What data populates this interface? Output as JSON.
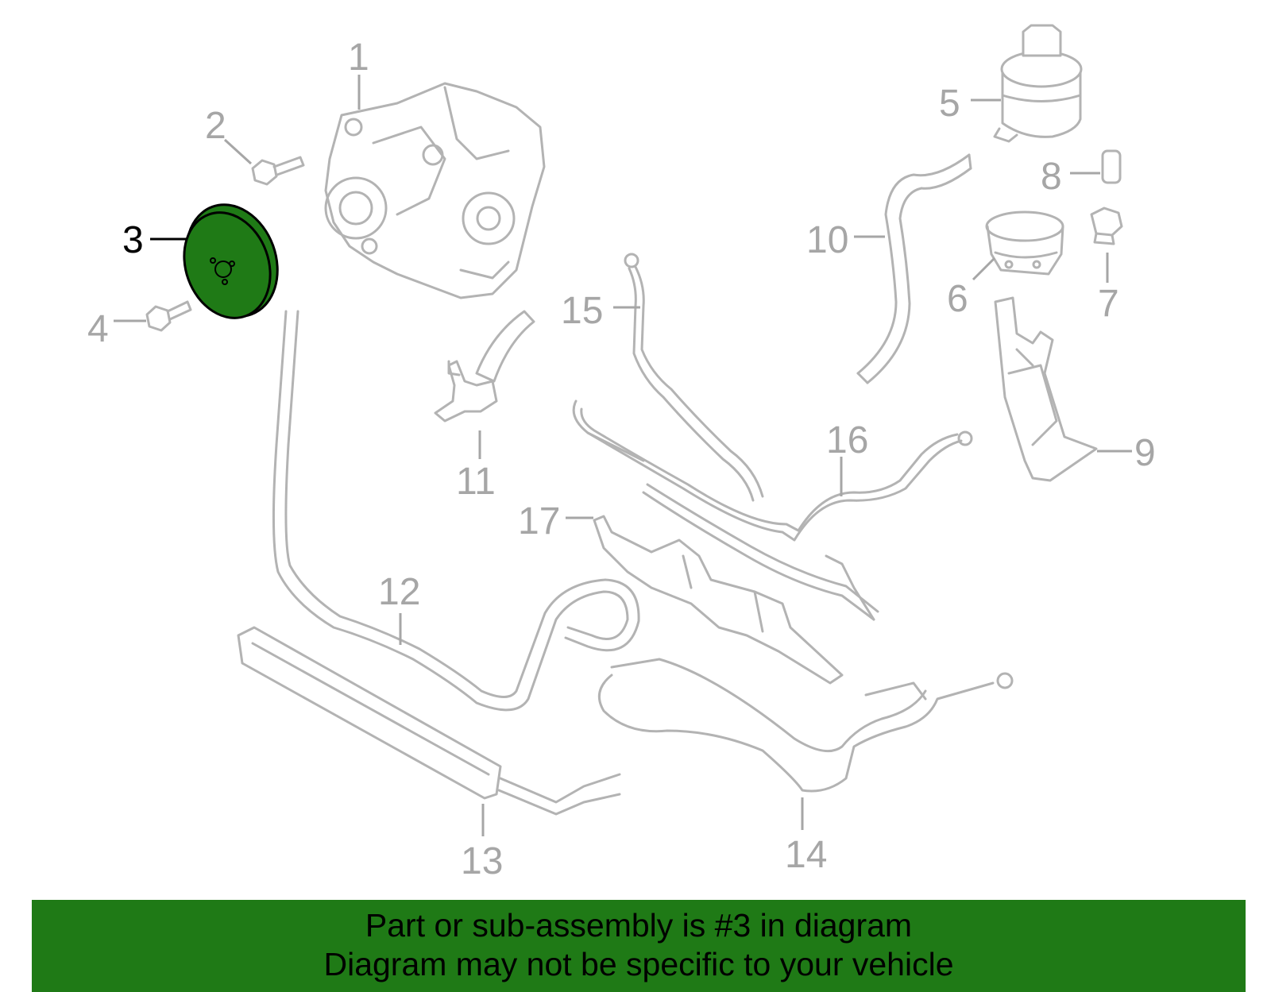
{
  "diagram": {
    "callouts": [
      "1",
      "2",
      "3",
      "4",
      "5",
      "6",
      "7",
      "8",
      "9",
      "10",
      "11",
      "12",
      "13",
      "14",
      "15",
      "16",
      "17"
    ],
    "highlighted": "3",
    "highlight_color": "#1f7a16",
    "line_color": "#b3b3b3"
  },
  "banner": {
    "line1": "Part or sub-assembly is #3 in diagram",
    "line2": "Diagram may not be specific to your vehicle",
    "color": "#1f7a16"
  }
}
